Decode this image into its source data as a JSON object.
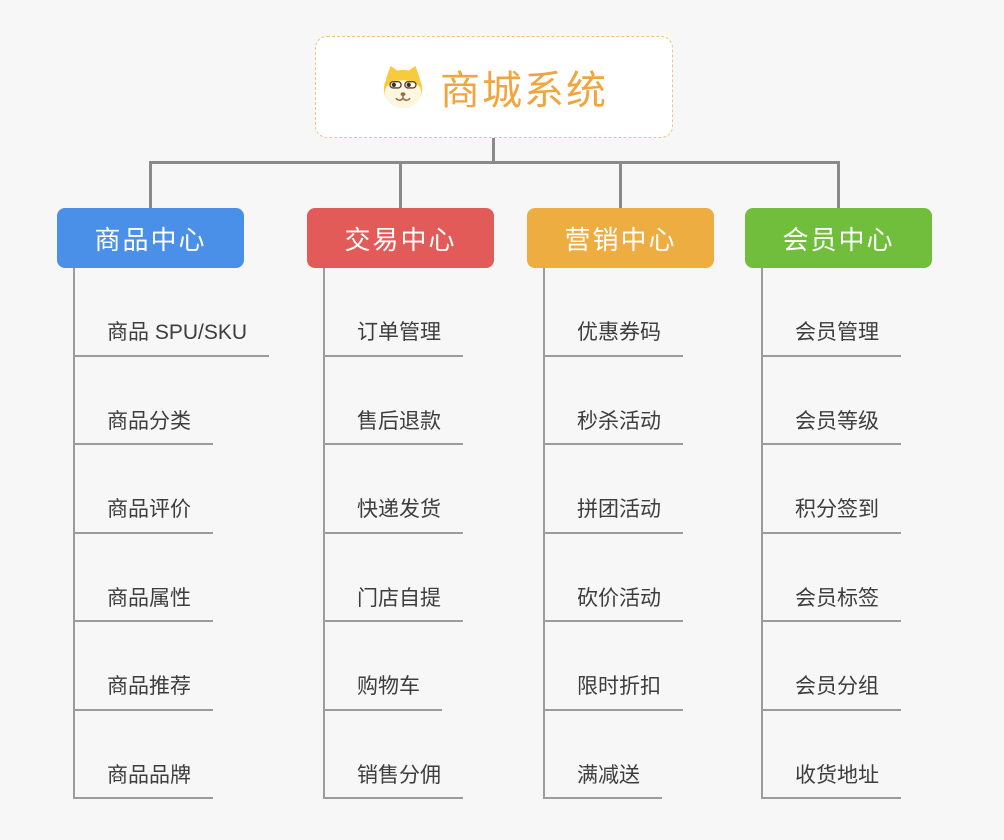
{
  "root": {
    "title": "商城系统",
    "title_color": "#f0a63e",
    "icon": "dog-face-icon"
  },
  "branches": [
    {
      "label": "商品中心",
      "color": "#4b90e8",
      "items": [
        "商品 SPU/SKU",
        "商品分类",
        "商品评价",
        "商品属性",
        "商品推荐",
        "商品品牌"
      ]
    },
    {
      "label": "交易中心",
      "color": "#e25b58",
      "items": [
        "订单管理",
        "售后退款",
        "快递发货",
        "门店自提",
        "购物车",
        "销售分佣"
      ]
    },
    {
      "label": "营销中心",
      "color": "#edad40",
      "items": [
        "优惠券码",
        "秒杀活动",
        "拼团活动",
        "砍价活动",
        "限时折扣",
        "满减送"
      ]
    },
    {
      "label": "会员中心",
      "color": "#70be3b",
      "items": [
        "会员管理",
        "会员等级",
        "积分签到",
        "会员标签",
        "会员分组",
        "收货地址"
      ]
    }
  ],
  "connector_color": "#8a8a8a",
  "leaf_line_color": "#9c9c9c",
  "background_color": "#f7f7f7"
}
